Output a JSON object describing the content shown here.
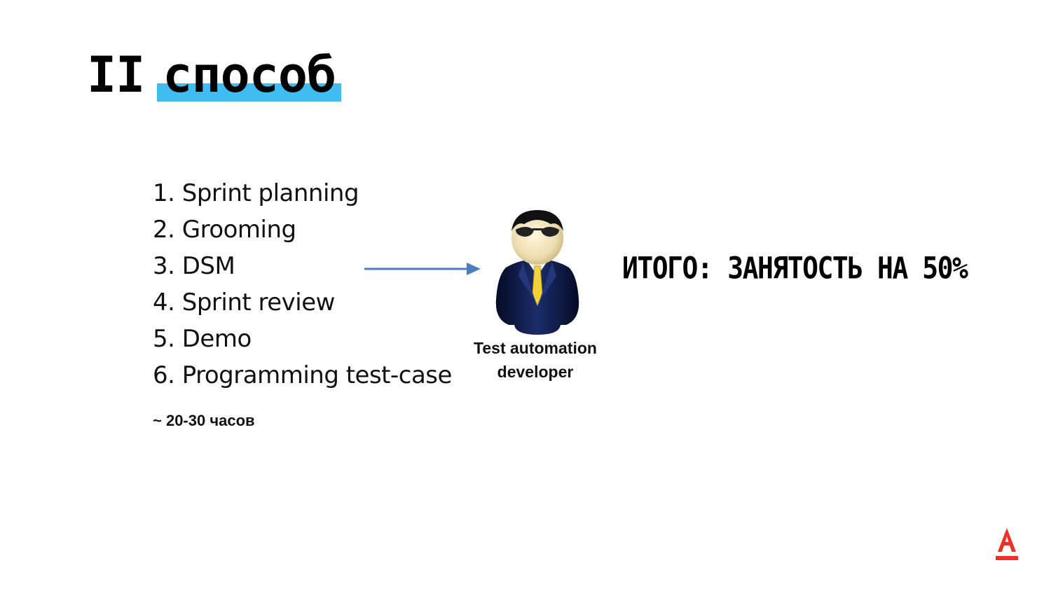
{
  "slide": {
    "title_roman": "II",
    "title_word": "способ",
    "steps": [
      "1. Sprint planning",
      "2. Grooming",
      "3. DSM",
      "4. Sprint review",
      "5. Demo",
      "6. Programming test-case"
    ],
    "hours_note": "~ 20-30 часов",
    "role_line1": "Test automation",
    "role_line2": "developer",
    "total_label": "ИТОГО:",
    "total_value": "ЗАНЯТОСТЬ НА 50%"
  },
  "colors": {
    "highlight": "#3fbdf1",
    "arrow": "#4a7fc1",
    "brand": "#ef3124",
    "suit": "#0f1d4a",
    "tie": "#f2d23a"
  },
  "icons": {
    "person": "businessman-icon",
    "arrow": "arrow-right-icon",
    "logo": "alfa-bank-logo"
  }
}
